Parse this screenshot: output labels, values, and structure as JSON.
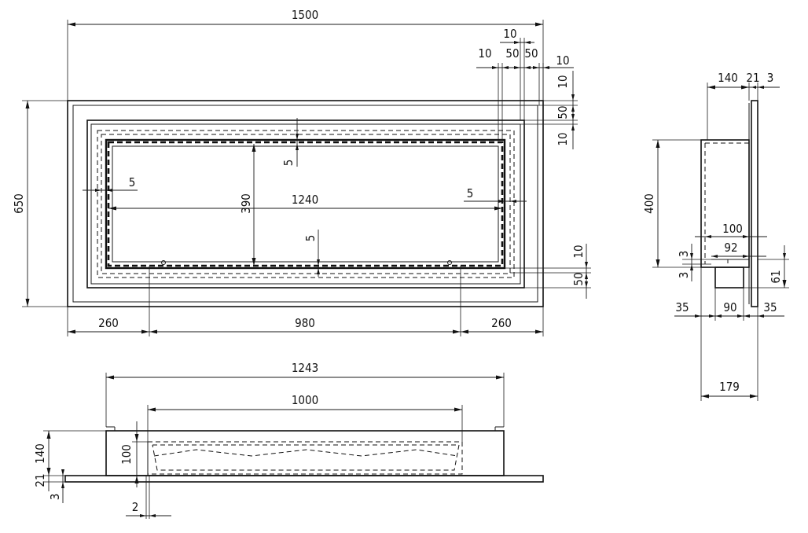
{
  "front_view": {
    "overall_width": "1500",
    "overall_height": "650",
    "top_right_10a": "10",
    "top_right_10b": "10",
    "top_right_50a": "50",
    "top_right_50b": "50",
    "top_right_10c": "10",
    "right_10a": "10",
    "right_50a": "50",
    "right_10b": "10",
    "inner_gap_top": "5",
    "inner_gap_left": "5",
    "inner_gap_right": "5",
    "inner_gap_bottom": "5",
    "opening_width": "1240",
    "opening_height": "390",
    "right_10c": "10",
    "right_50b": "50",
    "bottom_left": "260",
    "bottom_mid": "980",
    "bottom_right": "260"
  },
  "side_view": {
    "top_140": "140",
    "top_21": "21",
    "top_3": "3",
    "height_400": "400",
    "dim_100": "100",
    "dim_92": "92",
    "dim_3a": "3",
    "dim_3b": "3",
    "dim_61": "61",
    "bottom_35a": "35",
    "bottom_90": "90",
    "bottom_35b": "35",
    "total_179": "179"
  },
  "top_view": {
    "width_1243": "1243",
    "width_1000": "1000",
    "depth_140": "140",
    "depth_100": "100",
    "depth_21": "21",
    "depth_3": "3",
    "offset_2": "2"
  }
}
